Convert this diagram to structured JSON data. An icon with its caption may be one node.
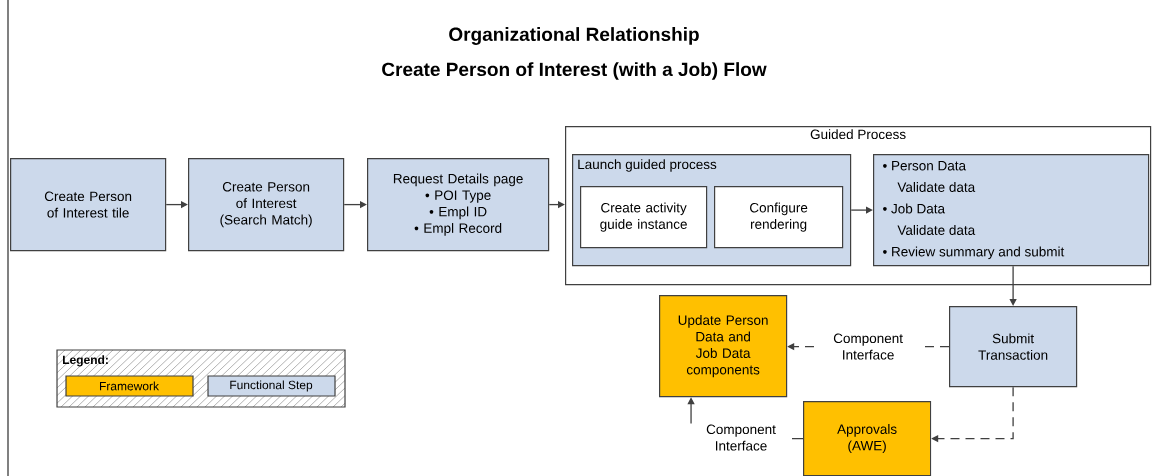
{
  "diagram": {
    "title": "Organizational Relationship",
    "nodes": [
      {
        "text": [
          "Create Person of Interest tile"
        ]
      },
      {
        "text": [
          "Create Person of Interest (Search Match)"
        ]
      },
      {
        "text": [
          "Request Details page",
          "• POI Type",
          "• Empl ID",
          "• Empl Record"
        ]
      },
      {
        "text": [
          "Guided Process"
        ]
      },
      {
        "text": [
          "Launch guided process"
        ],
        "in": 3
      },
      {
        "text": [
          "Create activity guide instance"
        ],
        "in": 4
      },
      {
        "text": [
          "Configure rendering"
        ],
        "in": 4
      },
      {
        "text": [
          "• Person Data",
          "Validate data",
          "• Job Data",
          "Validate data",
          "• Review summary and submit"
        ],
        "in": 3
      },
      {
        "text": [
          "Submit Transaction"
        ]
      },
      {
        "text": [
          "Update Person Data and Job Data components"
        ]
      },
      {
        "text": [
          "Approvals (AWE)"
        ]
      }
    ],
    "edges": [
      {
        "from": 0,
        "to": 1,
        "arrow": "to"
      },
      {
        "from": 1,
        "to": 2,
        "arrow": "to"
      },
      {
        "from": 2,
        "to": 3,
        "arrow": "to"
      },
      {
        "from": 4,
        "to": 7,
        "arrow": "to"
      },
      {
        "from": 7,
        "to": 8,
        "arrow": "to"
      },
      {
        "from": 8,
        "to": 9,
        "arrow": "to",
        "style": "dashed",
        "label": "Component Interface"
      },
      {
        "from": 8,
        "to": 10,
        "arrow": "to",
        "style": "dashed"
      },
      {
        "from": 10,
        "to": 9,
        "arrow": "to",
        "label": "Component Interface"
      }
    ],
    "labels": [
      "Create Person of Interest (with a Job) Flow",
      "Legend:"
    ],
    "legend": [
      {
        "text": "Framework",
        "color": "#ffc000"
      },
      {
        "text": "Functional Step",
        "color": "#ccd9eb"
      }
    ]
  }
}
